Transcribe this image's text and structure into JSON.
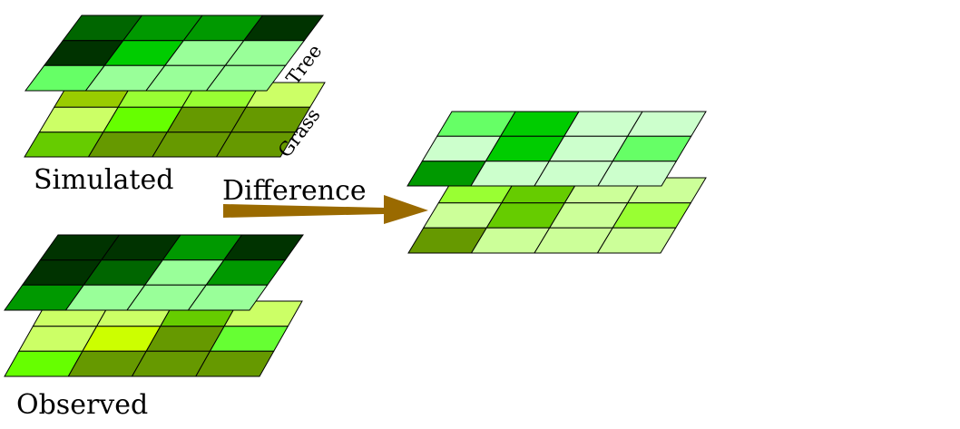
{
  "labels": {
    "tree": "Tree",
    "grass": "Grass",
    "simulated": "Simulated",
    "difference": "Difference",
    "observed": "Observed"
  },
  "colors": {
    "arrow": "#9a6a00",
    "stroke": "#000000"
  },
  "layers": {
    "simulated_tree": [
      [
        "#006600",
        "#009900",
        "#009900",
        "#003300"
      ],
      [
        "#003300",
        "#00cc00",
        "#99ff99",
        "#99ff99"
      ],
      [
        "#66ff66",
        "#99ff99",
        "#99ff99",
        "#99ff99"
      ]
    ],
    "simulated_grass": [
      [
        "#99cc00",
        "#99ff33",
        "#99ff33",
        "#ccff66"
      ],
      [
        "#ccff66",
        "#66ff00",
        "#669900",
        "#669900"
      ],
      [
        "#66cc00",
        "#669900",
        "#669900",
        "#669900"
      ]
    ],
    "observed_tree": [
      [
        "#003300",
        "#003300",
        "#009900",
        "#003300"
      ],
      [
        "#003300",
        "#006600",
        "#99ff99",
        "#009900"
      ],
      [
        "#009900",
        "#99ff99",
        "#99ff99",
        "#99ff99"
      ]
    ],
    "observed_grass": [
      [
        "#ccff66",
        "#ccff66",
        "#66cc00",
        "#ccff66"
      ],
      [
        "#ccff66",
        "#ccff00",
        "#669900",
        "#66ff33"
      ],
      [
        "#66ff00",
        "#669900",
        "#669900",
        "#669900"
      ]
    ],
    "difference_tree": [
      [
        "#66ff66",
        "#00cc00",
        "#ccffcc",
        "#ccffcc"
      ],
      [
        "#ccffcc",
        "#00cc00",
        "#ccffcc",
        "#66ff66"
      ],
      [
        "#009900",
        "#ccffcc",
        "#ccffcc",
        "#ccffcc"
      ]
    ],
    "difference_grass": [
      [
        "#99ff33",
        "#66cc00",
        "#ccff99",
        "#ccff99"
      ],
      [
        "#ccff99",
        "#66cc00",
        "#ccff99",
        "#99ff33"
      ],
      [
        "#669900",
        "#ccff99",
        "#ccff99",
        "#ccff99"
      ]
    ]
  }
}
